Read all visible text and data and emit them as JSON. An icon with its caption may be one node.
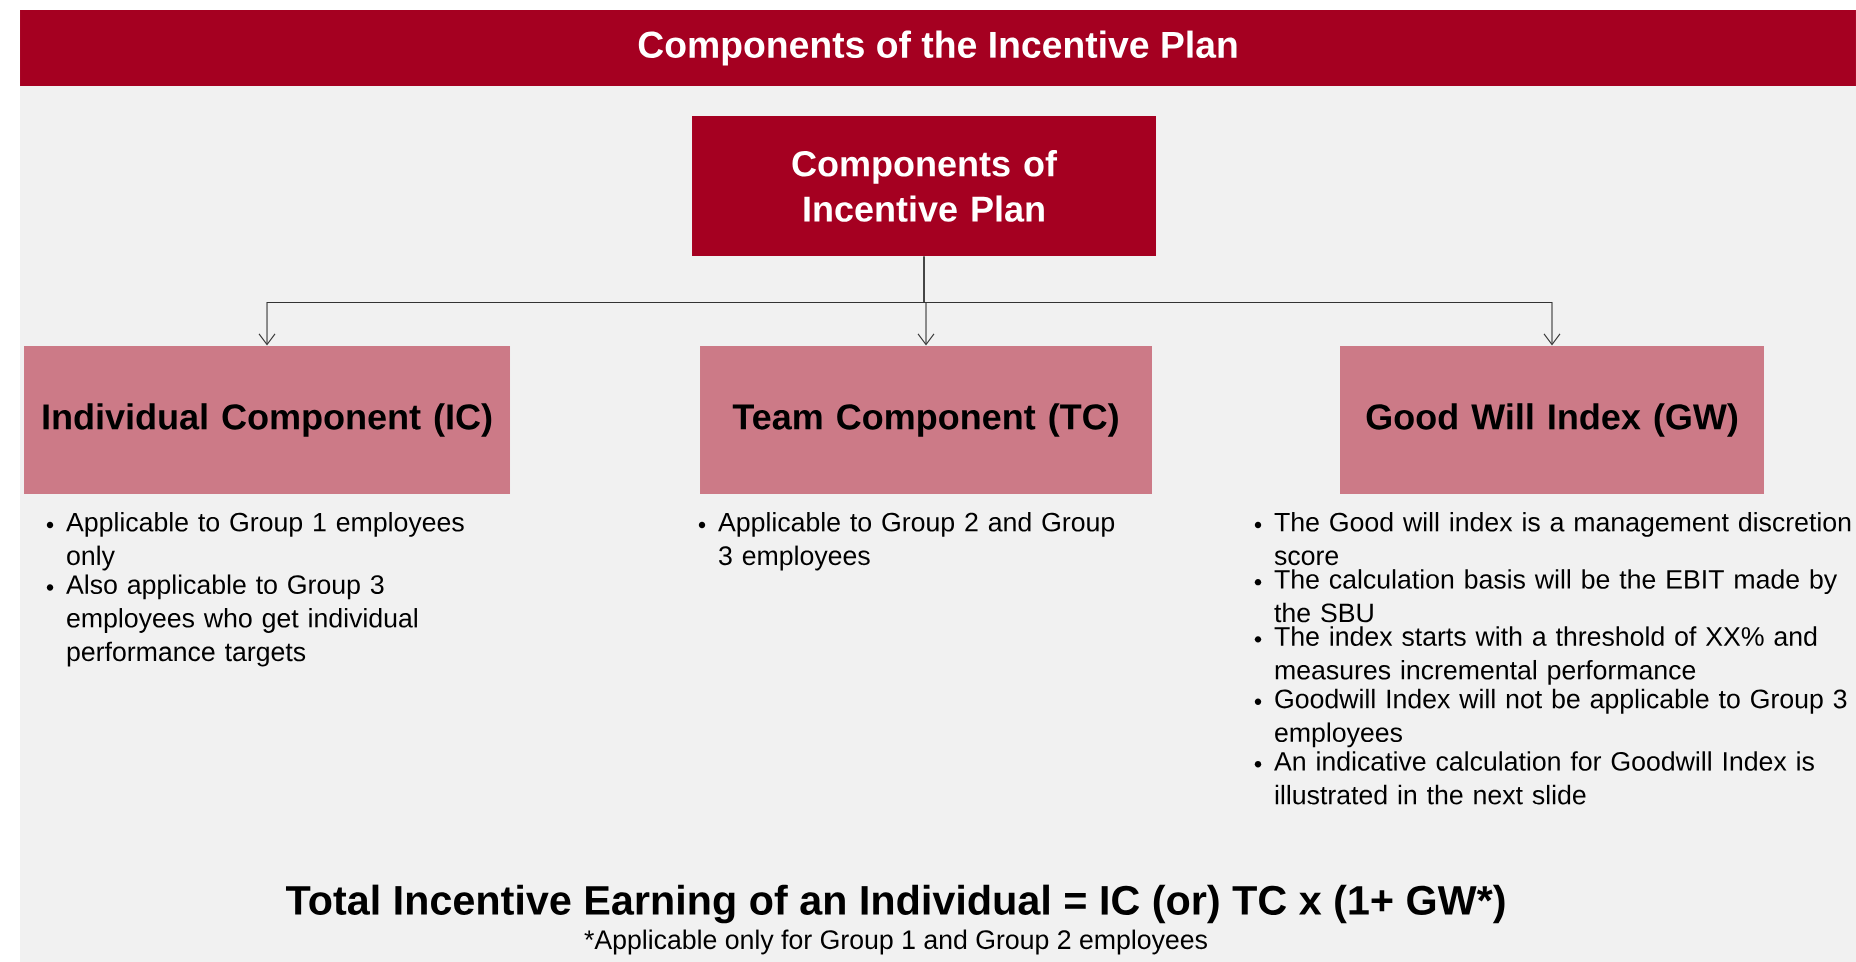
{
  "diagram": {
    "title": "Components of the Incentive Plan",
    "nodes": [
      {
        "text": [
          "Components of Incentive Plan"
        ]
      },
      {
        "text": [
          "Individual Component (IC)"
        ],
        "beside": [
          "Applicable to Group 1 employees only",
          "Also applicable to Group 3 employees who get individual performance targets"
        ]
      },
      {
        "text": [
          "Team Component (TC)"
        ],
        "beside": [
          "Applicable to Group 2 and Group 3 employees"
        ]
      },
      {
        "text": [
          "Good Will Index (GW)"
        ],
        "beside": [
          "The Good will index is a management discretion score",
          "The calculation basis will be the EBIT made by the SBU",
          "The index starts with a threshold of XX% and measures incremental performance",
          "Goodwill Index will not be applicable to Group 3 employees",
          "An indicative calculation  for Goodwill Index is illustrated in the next slide"
        ]
      }
    ],
    "edges": [
      {
        "from": 0,
        "to": 1,
        "arrow": "to"
      },
      {
        "from": 0,
        "to": 2,
        "arrow": "to"
      },
      {
        "from": 0,
        "to": 3,
        "arrow": "to"
      }
    ],
    "labels": [
      "Total Incentive Earning of an Individual = IC (or) TC x (1+ GW*)",
      "*Applicable only for Group 1 and Group 2 employees"
    ]
  }
}
